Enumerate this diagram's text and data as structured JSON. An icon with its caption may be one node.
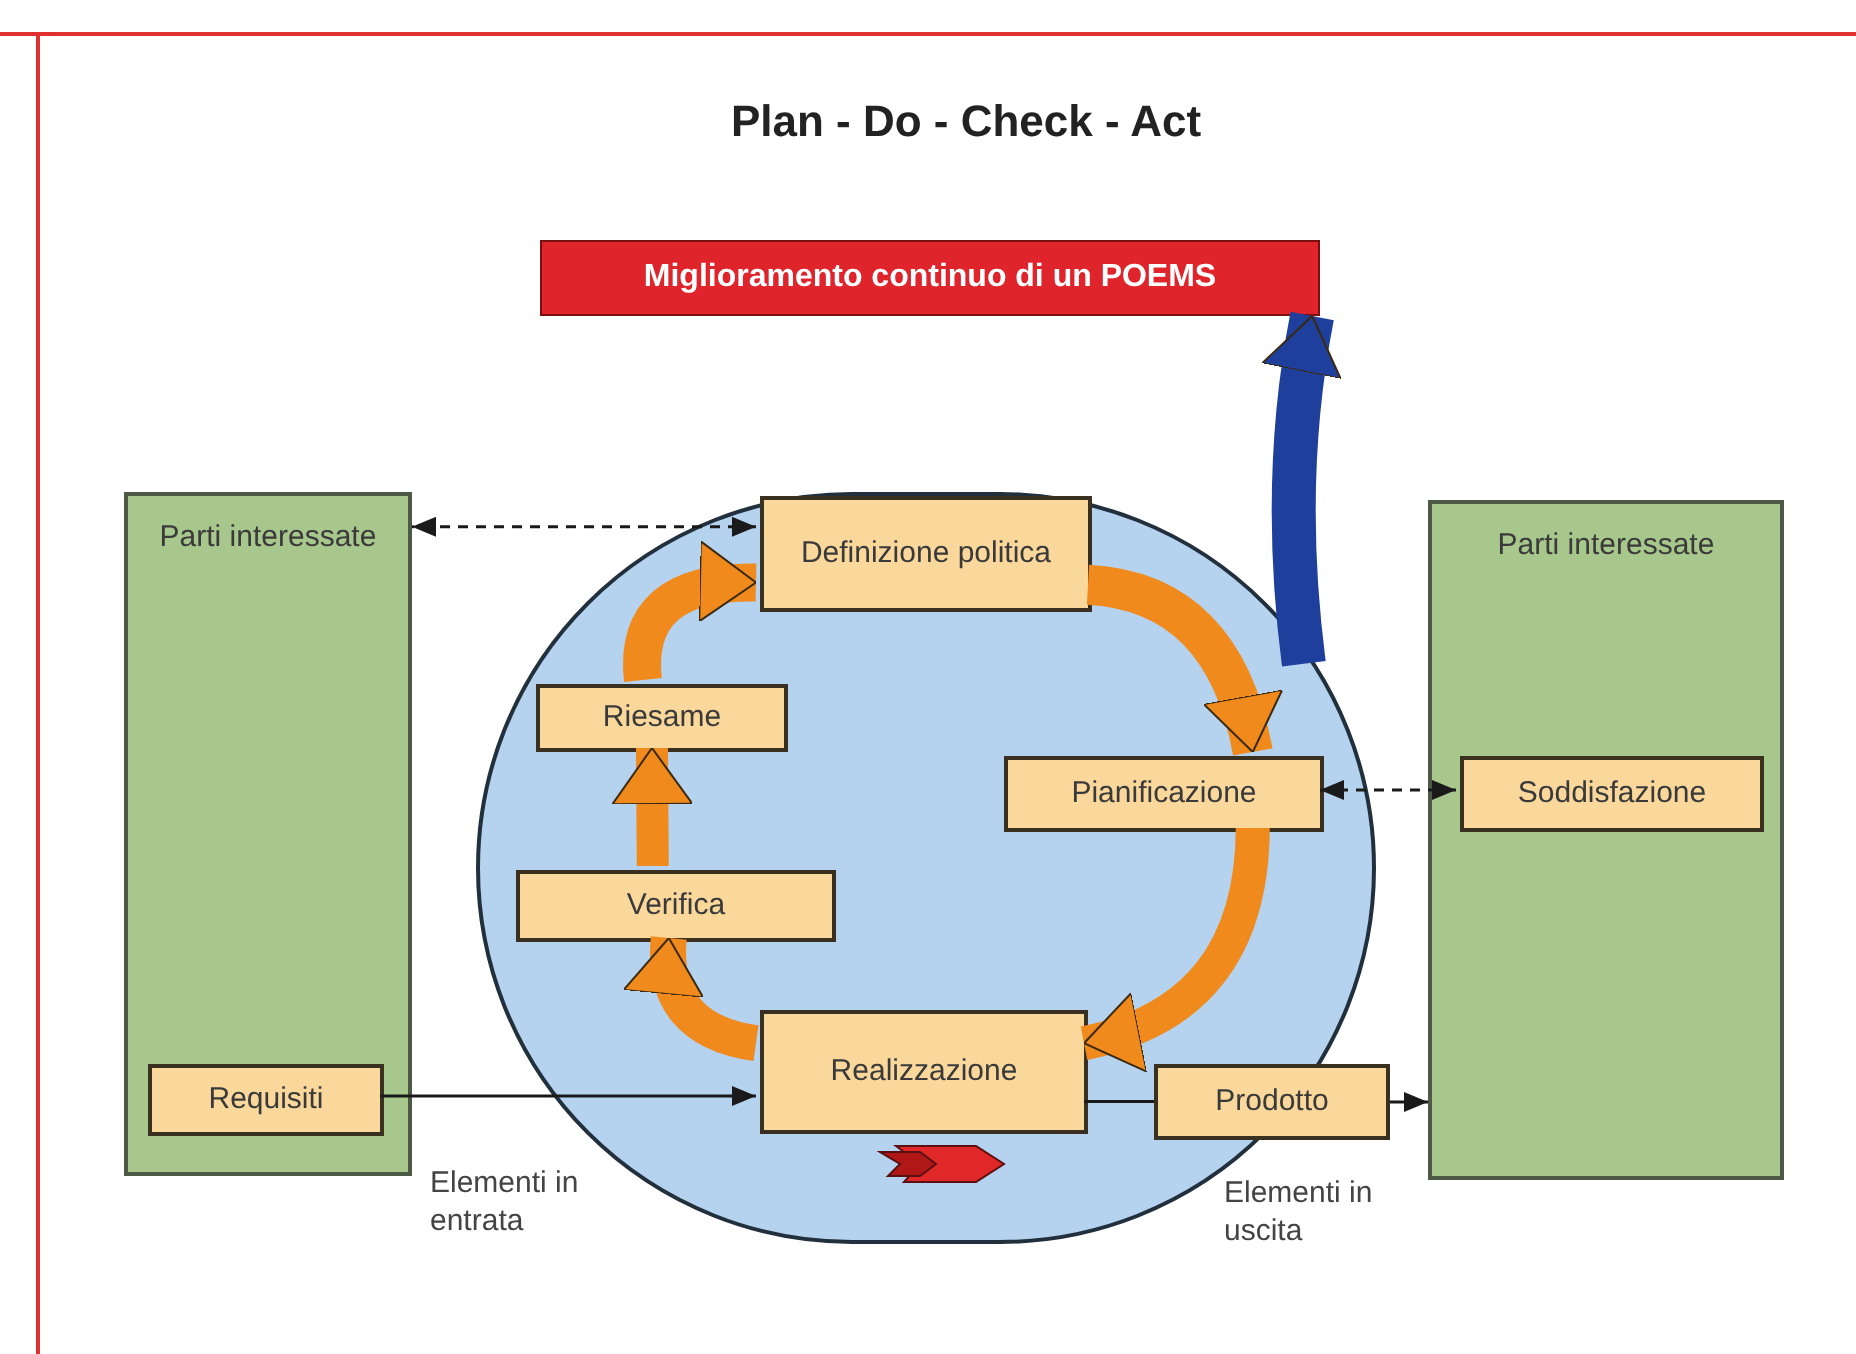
{
  "diagram": {
    "title": "Plan - Do - Check - Act",
    "nodes": [
      {
        "text": [
          "Miglioramento continuo di un POEMS"
        ]
      },
      {
        "text": [
          "Parti interessate"
        ]
      },
      {
        "text": [
          "Requisiti"
        ],
        "in": 1
      },
      {
        "text": [],
        "shape": "circle"
      },
      {
        "text": [
          "Definizione politica"
        ],
        "in": 3
      },
      {
        "text": [
          "Riesame"
        ],
        "in": 3
      },
      {
        "text": [
          "Verifica"
        ],
        "in": 3
      },
      {
        "text": [
          "Pianificazione"
        ],
        "in": 3
      },
      {
        "text": [
          "Realizzazione"
        ],
        "in": 3
      },
      {
        "text": [
          "Prodotto"
        ]
      },
      {
        "text": [
          "Parti interessate"
        ]
      },
      {
        "text": [
          "Soddisfazione"
        ],
        "in": 10
      }
    ],
    "edges": [
      {
        "from": 4,
        "to": 1,
        "arrow": "both",
        "style": "dashed"
      },
      {
        "from": 7,
        "to": 11,
        "arrow": "both",
        "style": "dashed"
      },
      {
        "from": 2,
        "to": 8,
        "arrow": "to"
      },
      {
        "from": 8,
        "to": 9,
        "arrow": "none"
      },
      {
        "from": 9,
        "to": 10,
        "arrow": "to"
      },
      {
        "from": 8,
        "to": 6,
        "arrow": "to",
        "color": "#f08a1c"
      },
      {
        "from": 6,
        "to": 5,
        "arrow": "to",
        "color": "#f08a1c"
      },
      {
        "from": 5,
        "to": 4,
        "arrow": "to",
        "color": "#f08a1c"
      },
      {
        "from": 4,
        "to": 7,
        "arrow": "to",
        "color": "#f08a1c"
      },
      {
        "from": 7,
        "to": 8,
        "arrow": "to",
        "color": "#f08a1c"
      },
      {
        "from": null,
        "to": 0,
        "arrow": "to",
        "color": "#1f3f9c"
      }
    ],
    "labels": [
      "Elementi in entrata",
      "Elementi in uscita"
    ]
  }
}
